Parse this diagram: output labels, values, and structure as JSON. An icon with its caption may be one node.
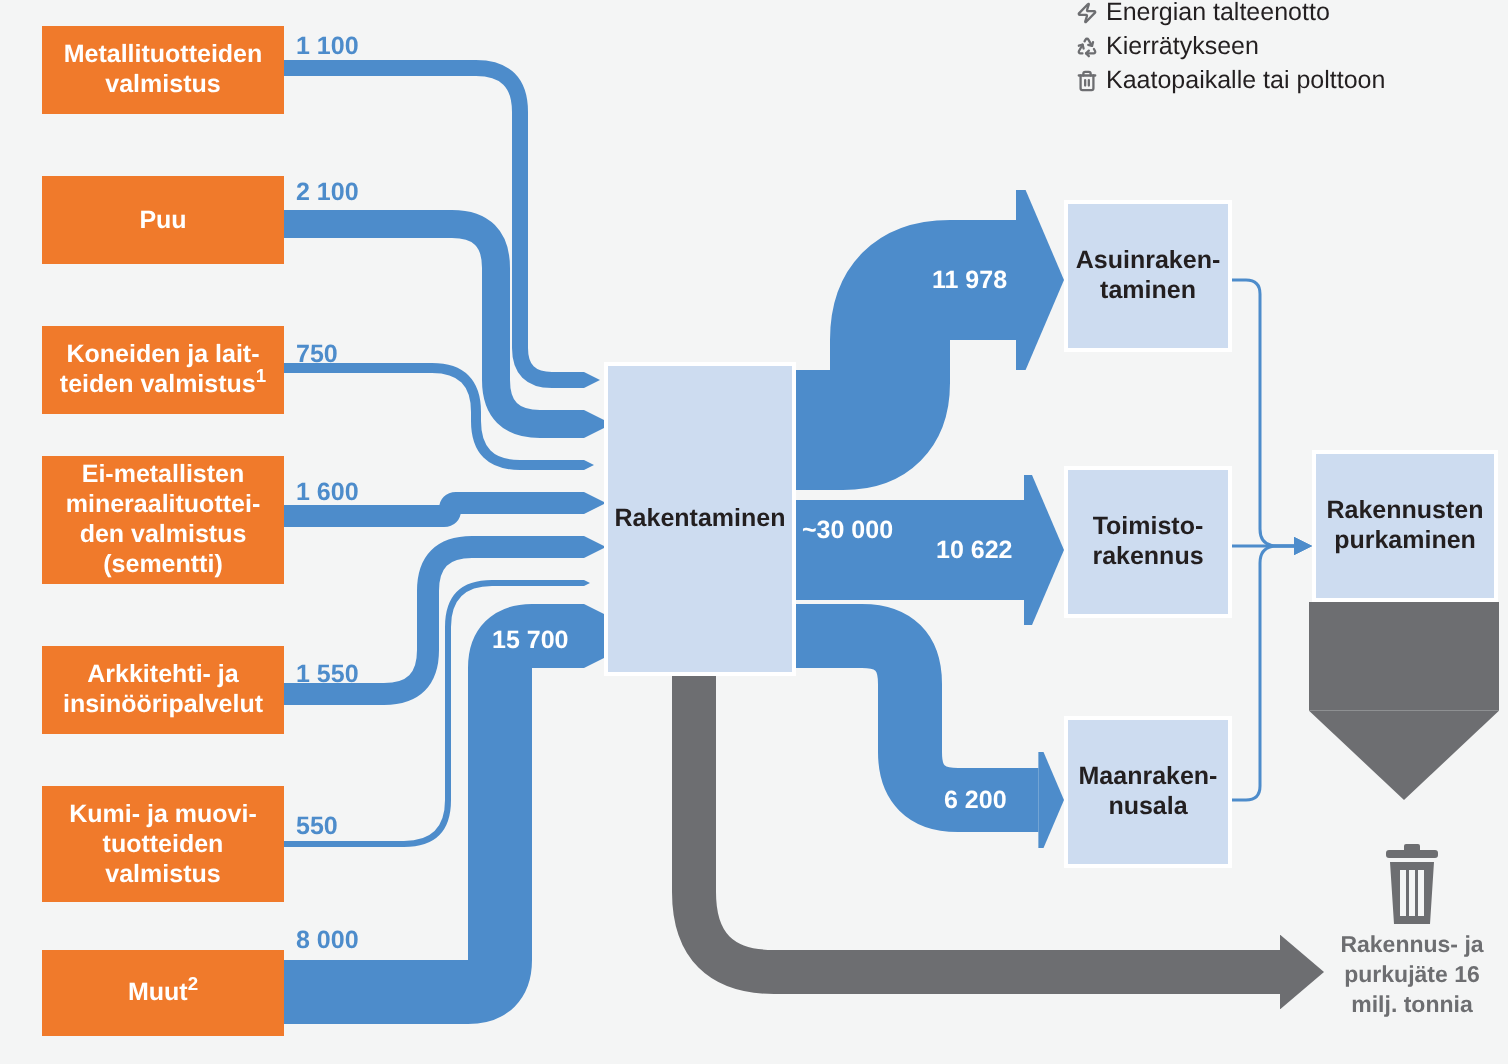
{
  "diagram": {
    "nodes": [
      {
        "text": [
          "Metallituotteiden valmistus"
        ]
      },
      {
        "text": [
          "Puu"
        ]
      },
      {
        "text": [
          "Koneiden ja lait- teiden valmistus$^{1}$"
        ]
      },
      {
        "text": [
          "Ei-metallisten mineraalituottei- den valmistus (sementti)"
        ]
      },
      {
        "text": [
          "Arkkitehti- ja insinööripalvelut"
        ]
      },
      {
        "text": [
          "Kumi- ja muovi- tuotteiden valmistus"
        ]
      },
      {
        "text": [
          "Muut$^{2}$"
        ]
      },
      {
        "text": [
          "Rakentaminen"
        ]
      },
      {
        "text": [
          "Asuinraken- taminen"
        ]
      },
      {
        "text": [
          "Toimisto- rakennus"
        ]
      },
      {
        "text": [
          "Maanraken- nusala"
        ]
      },
      {
        "text": [
          "Rakennusten purkaminen"
        ]
      },
      {
        "text": [
          "Rakennus- ja purkujäte 16 milj. tonnia"
        ]
      }
    ],
    "edges": [
      {
        "from": 0,
        "to": 7,
        "arrow": "to",
        "label": "1 100"
      },
      {
        "from": 1,
        "to": 7,
        "arrow": "to",
        "label": "2 100"
      },
      {
        "from": 2,
        "to": 7,
        "arrow": "to",
        "label": "750"
      },
      {
        "from": 3,
        "to": 7,
        "arrow": "to",
        "label": "1 600"
      },
      {
        "from": 4,
        "to": 7,
        "arrow": "to",
        "label": "1 550"
      },
      {
        "from": 5,
        "to": 7,
        "arrow": "to",
        "label": "550"
      },
      {
        "from": 6,
        "to": 7,
        "arrow": "to",
        "label": "8 000",
        "style": "thick"
      },
      {
        "from": 7,
        "to": 8,
        "arrow": "to",
        "label": "11 978",
        "style": "thick"
      },
      {
        "from": 7,
        "to": 9,
        "arrow": "to",
        "label": "10 622",
        "style": "thick"
      },
      {
        "from": 7,
        "to": 10,
        "arrow": "to",
        "label": "6 200",
        "style": "thick"
      },
      {
        "from": 8,
        "to": 11,
        "arrow": "to"
      },
      {
        "from": 9,
        "to": 11,
        "arrow": "to"
      },
      {
        "from": 10,
        "to": 11,
        "arrow": "to"
      },
      {
        "from": 7,
        "to": 12,
        "arrow": "to",
        "style": "thick",
        "color": "#6d6e71"
      },
      {
        "from": 11,
        "to": 12,
        "arrow": "to",
        "style": "thick",
        "color": "#6d6e71"
      }
    ],
    "labels": [
      "15 700",
      "~30 000"
    ],
    "legend": [
      {
        "text": "Energian talteenotto"
      },
      {
        "text": "Kierrätykseen"
      },
      {
        "text": "Kaatopaikalle tai polttoon"
      }
    ]
  }
}
